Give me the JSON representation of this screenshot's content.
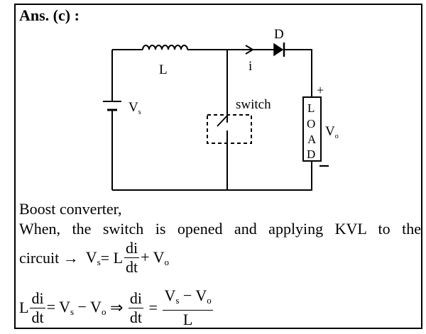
{
  "heading": "Ans. (c) :",
  "circuit": {
    "inductor_label": "L",
    "current_label": "i",
    "diode_label": "D",
    "source_label": "V",
    "source_sub": "s",
    "switch_label": "switch",
    "load_letters": [
      "L",
      "O",
      "A",
      "D"
    ],
    "plus_sign": "+",
    "minus_sign": "−",
    "output_label": "V",
    "output_sub": "o"
  },
  "text": {
    "line1": "Boost converter,",
    "line2": "When, the switch is opened and applying KVL to the",
    "line3_prefix": "circuit →",
    "eq1": {
      "vs": "V",
      "vs_sub": "s",
      "eq_L": " = L",
      "num": "di",
      "den": "dt",
      "plus_vo": "+ V",
      "vo_sub": "o"
    },
    "eq2": {
      "L": "L",
      "num1": "di",
      "den1": "dt",
      "eq_vs": " = V",
      "vs_sub": "s",
      "minus_vo": " − V",
      "vo_sub": "o",
      "implies": " ⇒ ",
      "num2": "di",
      "den2": "dt",
      "equals": " = ",
      "num3_vs": "V",
      "num3_vs_sub": "s",
      "num3_minus": " − V",
      "num3_vo_sub": "o",
      "den3": "L"
    }
  }
}
